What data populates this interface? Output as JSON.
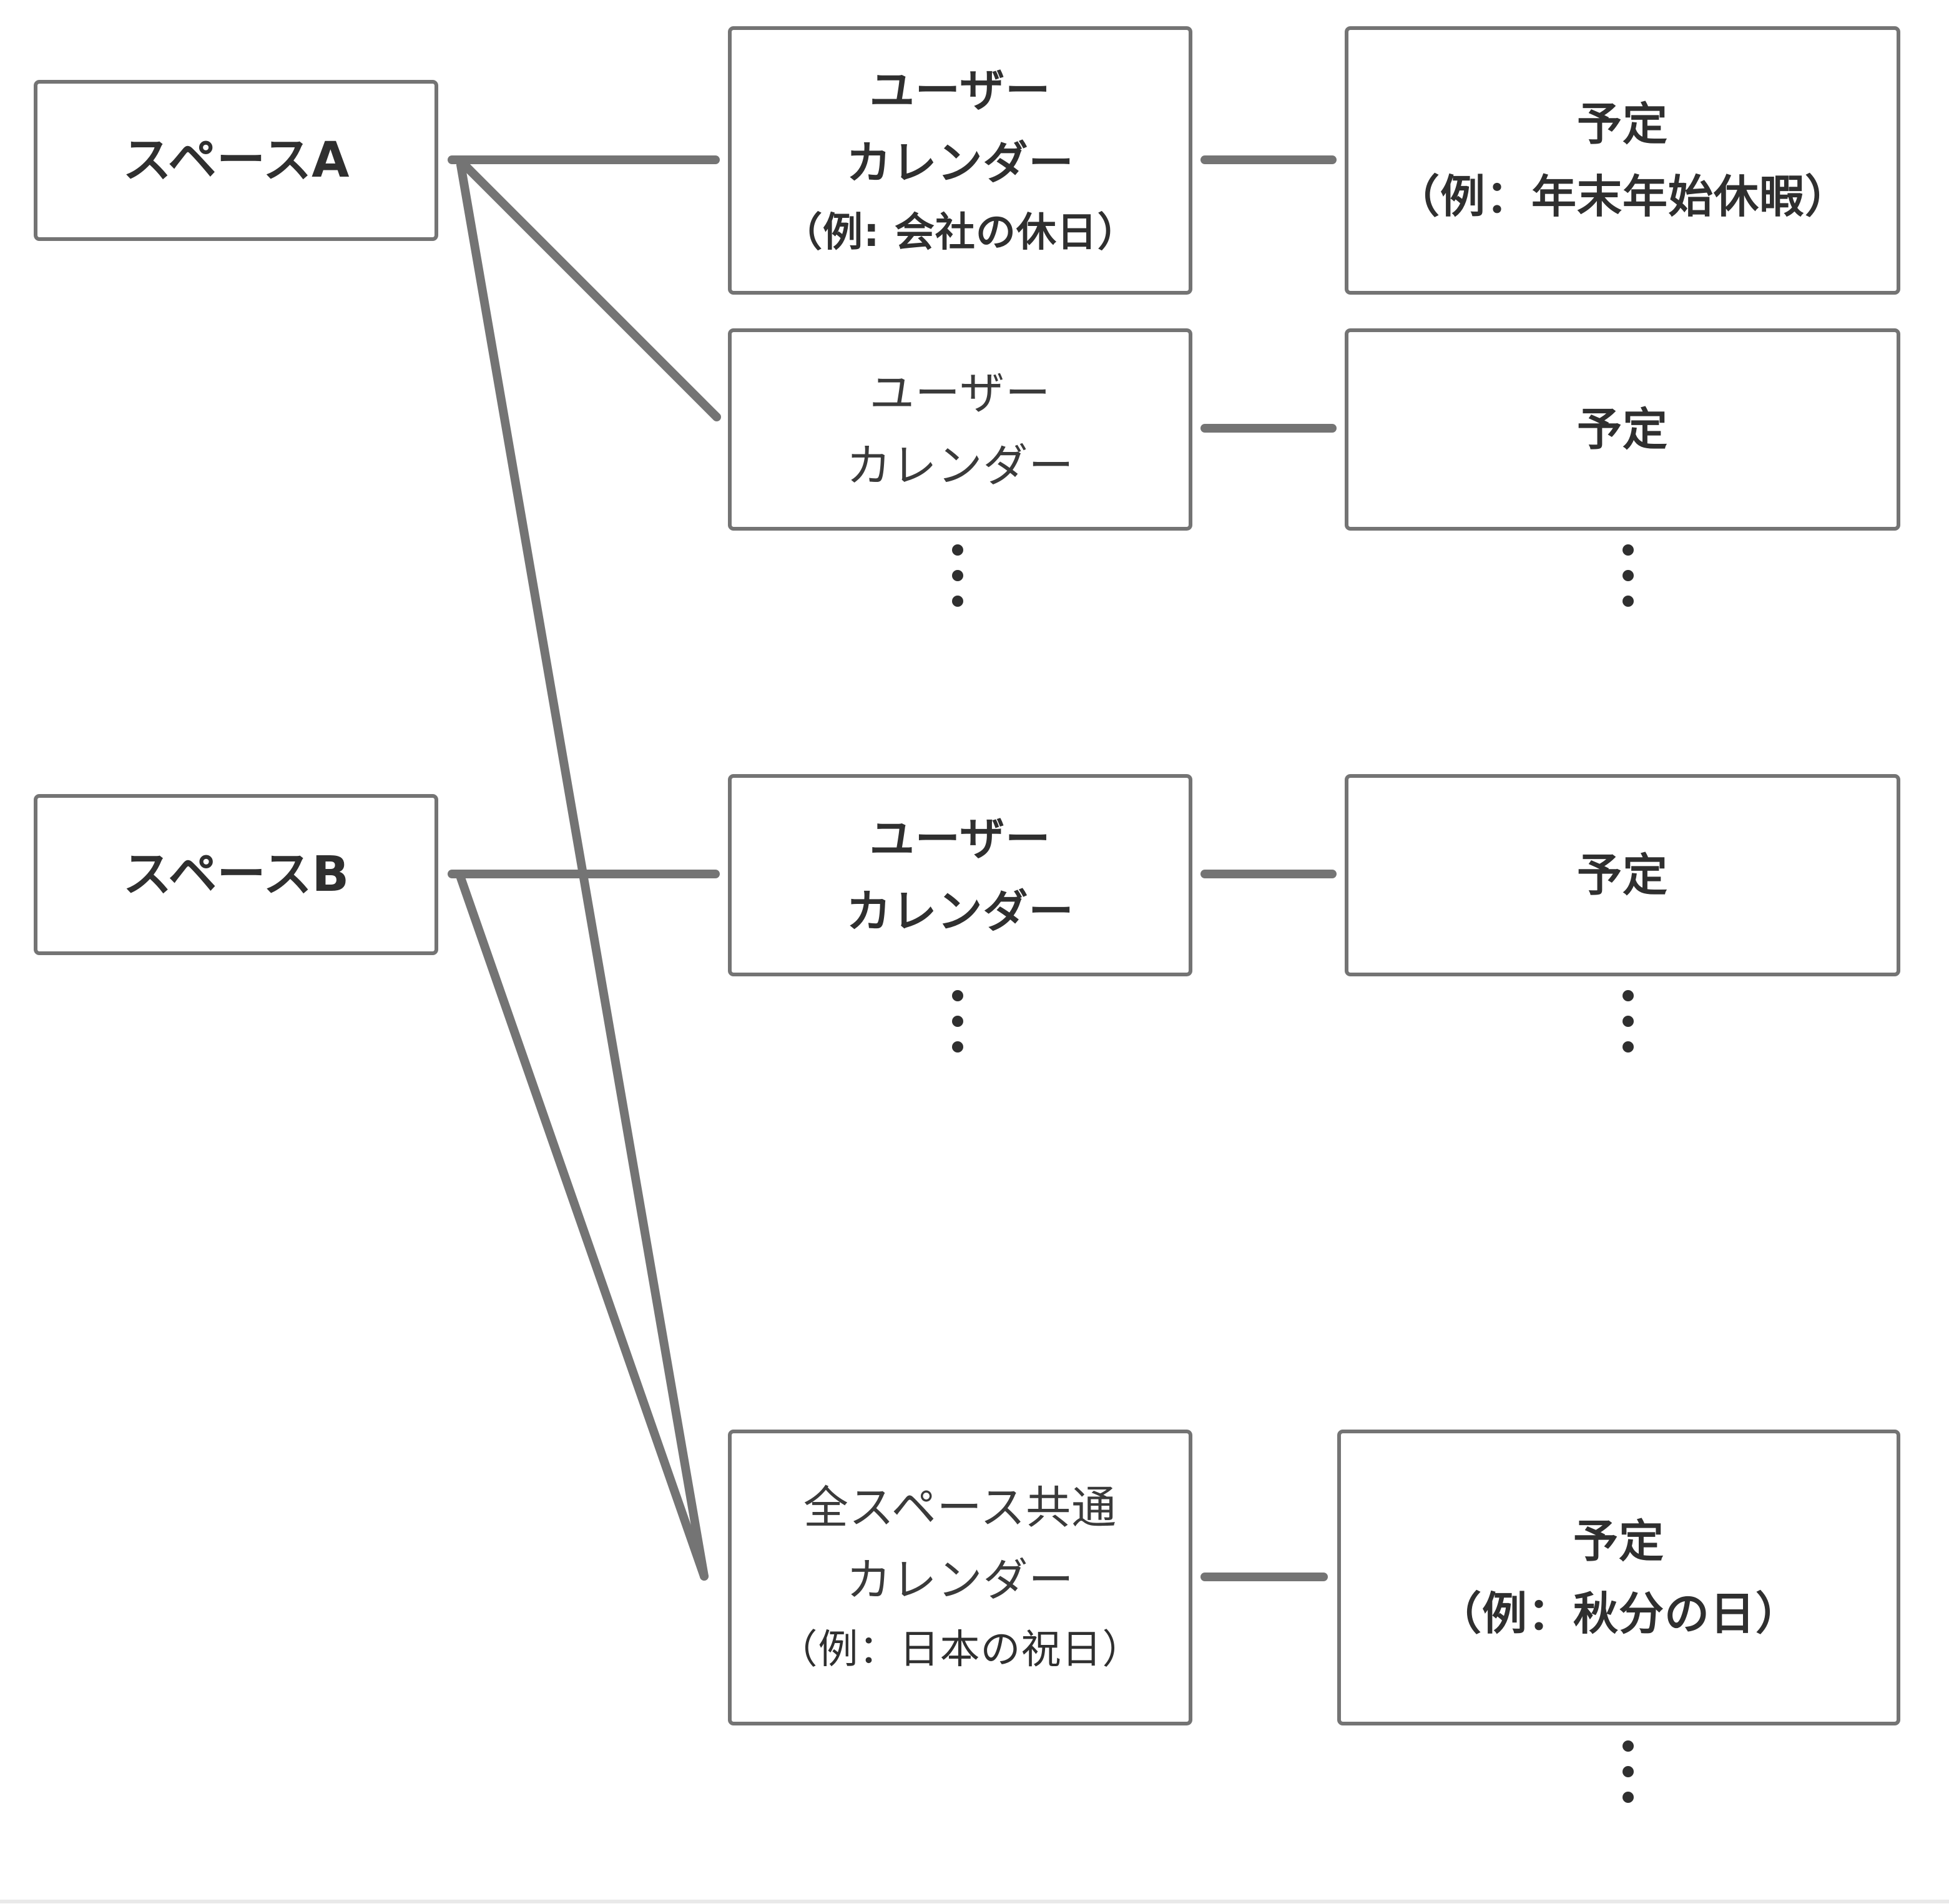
{
  "spaces": {
    "a": "スペースA",
    "b": "スペースB"
  },
  "calendars": {
    "user1": {
      "line1": "ユーザー",
      "line2": "カレンダー",
      "note": "（例: 会社の休日）"
    },
    "user2": {
      "line1": "ユーザー",
      "line2": "カレンダー"
    },
    "user3": {
      "line1": "ユーザー",
      "line2": "カレンダー"
    },
    "common": {
      "line1": "全スペース共通",
      "line2": "カレンダー",
      "note": "（例：日本の祝日）"
    }
  },
  "events": {
    "event1": {
      "line1": "予定",
      "note": "（例：年末年始休暇）"
    },
    "event2": {
      "line1": "予定"
    },
    "event3": {
      "line1": "予定"
    },
    "event4": {
      "line1": "予定",
      "note": "（例：秋分の日）"
    }
  },
  "colors": {
    "connector": "#747474",
    "box_border": "#747474",
    "text": "#2f2f2f",
    "background": "#ffffff"
  }
}
